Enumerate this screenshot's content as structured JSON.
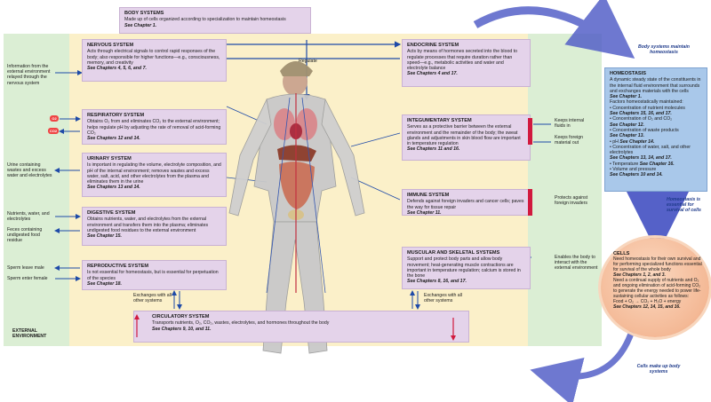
{
  "body_systems": {
    "title": "BODY SYSTEMS",
    "desc": "Made up of cells organized according to specialization to maintain homeostasis",
    "ref": "See Chapter 1."
  },
  "external": {
    "label": "EXTERNAL ENVIRONMENT",
    "info": "Information from the external environment relayed through the nervous system",
    "urine": "Urine containing wastes and excess water and electrolytes",
    "nutrients": "Nutrients, water, and electrolytes",
    "feces": "Feces containing undigested food residue",
    "sperm_leave": "Sperm leave male",
    "sperm_enter": "Sperm enter female",
    "keeps_fluids": "Keeps internal fluids in",
    "keeps_foreign": "Keeps foreign material out",
    "protects": "Protects against foreign invaders",
    "enables": "Enables the body to interact with the external environment",
    "o2": "O2",
    "co2": "CO2"
  },
  "regulate_label": "Regulate",
  "exchanges_label": "Exchanges with all other systems",
  "systems": {
    "nervous": {
      "title": "NERVOUS SYSTEM",
      "desc": "Acts through electrical signals to control rapid responses of the body; also responsible for higher functions—e.g., consciousness, memory, and creativity",
      "ref": "See Chapters 4, 5, 6, and 7."
    },
    "endocrine": {
      "title": "ENDOCRINE SYSTEM",
      "desc": "Acts by means of hormones secreted into the blood to regulate processes that require duration rather than speed—e.g., metabolic activities and water and electrolyte balance",
      "ref": "See Chapters 4 and 17."
    },
    "respiratory": {
      "title": "RESPIRATORY SYSTEM",
      "desc": "Obtains O₂ from and eliminates CO₂ to the external environment; helps regulate pH by adjusting the rate of removal of acid-forming CO₂",
      "ref": "See Chapters 12 and 14."
    },
    "integumentary": {
      "title": "INTEGUMENTARY SYSTEM",
      "desc": "Serves as a protective barrier between the external environment and the remainder of the body; the sweat glands and adjustments in skin blood flow are important in temperature regulation",
      "ref": "See Chapters 11 and 16."
    },
    "urinary": {
      "title": "URINARY SYSTEM",
      "desc": "Is important in regulating the volume, electrolyte composition, and pH of the internal environment; removes wastes and excess water, salt, acid, and other electrolytes from the plasma and eliminates them in the urine",
      "ref": "See Chapters 13 and 14."
    },
    "immune": {
      "title": "IMMUNE SYSTEM",
      "desc": "Defends against foreign invaders and cancer cells; paves the way for tissue repair",
      "ref": "See Chapter 11."
    },
    "digestive": {
      "title": "DIGESTIVE SYSTEM",
      "desc": "Obtains nutrients, water, and electrolytes from the external environment and transfers them into the plasma; eliminates undigested food residues to the external environment",
      "ref": "See Chapter 15."
    },
    "muscular": {
      "title": "MUSCULAR AND SKELETAL SYSTEMS",
      "desc": "Support and protect body parts and allow body movement; heat-generating muscle contractions are important in temperature regulation; calcium is stored in the bone",
      "ref": "See Chapters 8, 16, and 17."
    },
    "reproductive": {
      "title": "REPRODUCTIVE SYSTEM",
      "desc": "Is not essential for homeostasis, but is essential for perpetuation of the species",
      "ref": "See Chapter 18."
    },
    "circulatory": {
      "title": "CIRCULATORY SYSTEM",
      "desc": "Transports nutrients, O₂, CO₂, wastes, electrolytes, and hormones throughout the body",
      "ref": "See Chapters 9, 10, and 11."
    }
  },
  "homeostasis": {
    "title": "HOMEOSTASIS",
    "desc": "A dynamic steady state of the constituents in the internal fluid environment that surrounds and exchanges materials with the cells",
    "ref": "See Chapter 1.",
    "factors_intro": "Factors homeostatically maintained:",
    "factors": [
      {
        "text": "Concentration of nutrient molecules",
        "ref": "See Chapters 15, 16, and 17."
      },
      {
        "text": "Concentration of O₂ and CO₂",
        "ref": "See Chapter 12."
      },
      {
        "text": "Concentration of waste products",
        "ref": "See Chapter 13."
      },
      {
        "text": "pH",
        "ref": "See Chapter 14."
      },
      {
        "text": "Concentration of water, salt, and other electrolytes",
        "ref": "See Chapters 13, 14, and 17."
      },
      {
        "text": "Temperature",
        "ref": "See Chapter 16."
      },
      {
        "text": "Volume and pressure",
        "ref": "See Chapters 10 and 14."
      }
    ]
  },
  "cells": {
    "title": "CELLS",
    "desc1": "Need homeostasis for their own survival and for performing specialized functions essential for survival of the whole body",
    "ref1": "See Chapters 1, 2, and 3.",
    "desc2": "Need a continual supply of nutrients and O₂ and ongoing elimination of acid-forming CO₂ to generate the energy needed to power life-sustaining cellular activities as follows:",
    "equation": "Food + O₂ → CO₂ + H₂O + energy",
    "ref2": "See Chapters 12, 14, 15, and 16."
  },
  "cycle": {
    "maintain": "Body systems maintain homeostasis",
    "essential": "Homeostasis is essential for survival of cells",
    "make_up": "Cells make up body systems"
  },
  "colors": {
    "external": "#dbeed4",
    "internal": "#fbf0c9",
    "system_box": "#e4d3ea",
    "homeostasis": "#a9c8ea",
    "cells": "#f6c8a8",
    "arrow": "#1e4aa8",
    "accent": "#d1193e"
  }
}
